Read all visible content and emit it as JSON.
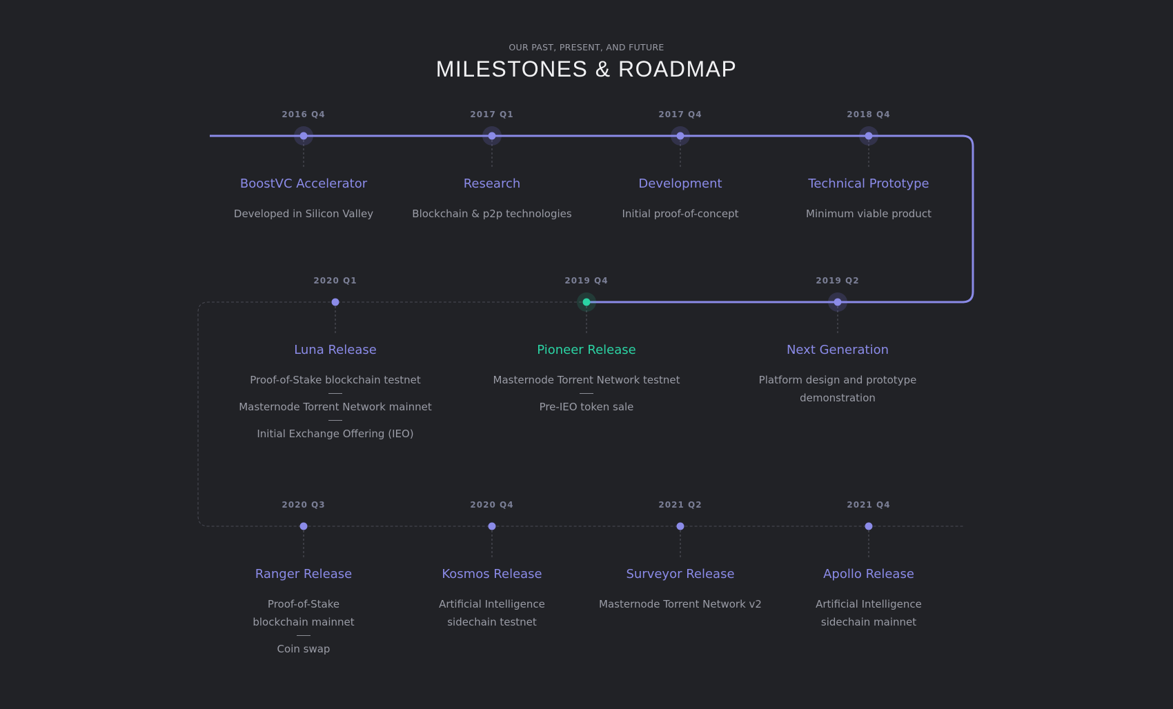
{
  "header": {
    "kicker": "OUR PAST, PRESENT, AND FUTURE",
    "title": "MILESTONES & ROADMAP"
  },
  "colors": {
    "background": "#212226",
    "accent": "#8b8be8",
    "active": "#2bd4a4",
    "muted_text": "#9a9ca6",
    "date_text": "#7b7f96"
  },
  "milestones": [
    {
      "date": "2016 Q4",
      "title": "BoostVC Accelerator",
      "items": [
        "Developed in Silicon Valley"
      ],
      "status": "completed"
    },
    {
      "date": "2017 Q1",
      "title": "Research",
      "items": [
        "Blockchain & p2p technologies"
      ],
      "status": "completed"
    },
    {
      "date": "2017 Q4",
      "title": "Development",
      "items": [
        "Initial proof-of-concept"
      ],
      "status": "completed"
    },
    {
      "date": "2018 Q4",
      "title": "Technical Prototype",
      "items": [
        "Minimum viable product"
      ],
      "status": "completed"
    },
    {
      "date": "2019 Q2",
      "title": "Next Generation",
      "items": [
        "Platform design and prototype demonstration"
      ],
      "status": "completed"
    },
    {
      "date": "2019 Q4",
      "title": "Pioneer Release",
      "items": [
        "Masternode Torrent Network testnet",
        "Pre-IEO token sale"
      ],
      "status": "current"
    },
    {
      "date": "2020 Q1",
      "title": "Luna Release",
      "items": [
        "Proof-of-Stake blockchain testnet",
        "Masternode Torrent Network mainnet",
        "Initial Exchange Offering (IEO)"
      ],
      "status": "upcoming"
    },
    {
      "date": "2020 Q3",
      "title": "Ranger Release",
      "items": [
        "Proof-of-Stake blockchain mainnet",
        "Coin swap"
      ],
      "status": "upcoming"
    },
    {
      "date": "2020 Q4",
      "title": "Kosmos Release",
      "items": [
        "Artificial Intelligence sidechain testnet"
      ],
      "status": "upcoming"
    },
    {
      "date": "2021 Q2",
      "title": "Surveyor Release",
      "items": [
        "Masternode Torrent Network v2"
      ],
      "status": "upcoming"
    },
    {
      "date": "2021 Q4",
      "title": "Apollo Release",
      "items": [
        "Artificial Intelligence sidechain mainnet"
      ],
      "status": "upcoming"
    }
  ]
}
